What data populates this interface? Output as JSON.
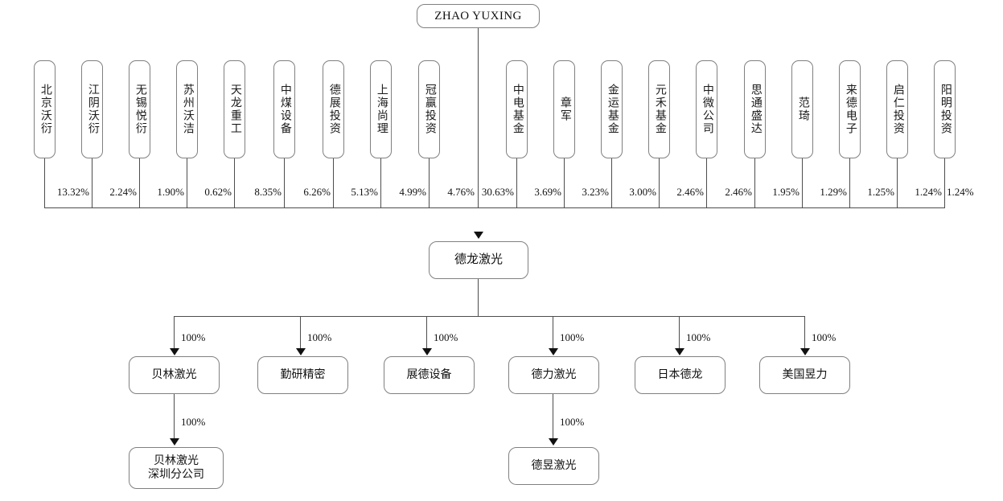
{
  "diagram": {
    "type": "org-ownership-chart",
    "root": {
      "label": "ZHAO YUXING"
    },
    "company": {
      "label": "德龙激光"
    },
    "shareholders": [
      {
        "label": "北京沃衍",
        "pct": "13.32%"
      },
      {
        "label": "江阴沃衍",
        "pct": "2.24%"
      },
      {
        "label": "无锡悦衍",
        "pct": "1.90%"
      },
      {
        "label": "苏州沃洁",
        "pct": "0.62%"
      },
      {
        "label": "天龙重工",
        "pct": "8.35%"
      },
      {
        "label": "中煤设备",
        "pct": "6.26%"
      },
      {
        "label": "德展投资",
        "pct": "5.13%"
      },
      {
        "label": "上海尚理",
        "pct": "4.99%"
      },
      {
        "label": "冠赢投资",
        "pct": "4.76%"
      },
      {
        "label": "中电基金",
        "pct": "30.63%"
      },
      {
        "label": "章军",
        "pct": "3.69%"
      },
      {
        "label": "金运基金",
        "pct": "3.23%"
      },
      {
        "label": "元禾基金",
        "pct": "3.00%"
      },
      {
        "label": "中微公司",
        "pct": "2.46%"
      },
      {
        "label": "思通盛达",
        "pct": "2.46%"
      },
      {
        "label": "范琦",
        "pct": "1.95%"
      },
      {
        "label": "来德电子",
        "pct": "1.29%"
      },
      {
        "label": "启仁投资",
        "pct": "1.25%"
      },
      {
        "label": "阳明投资",
        "pct": "1.24%"
      },
      {
        "label": "",
        "pct": "1.24%"
      }
    ],
    "subsidiaries": [
      {
        "label": "贝林激光",
        "pct": "100%"
      },
      {
        "label": "勤研精密",
        "pct": "100%"
      },
      {
        "label": "展德设备",
        "pct": "100%"
      },
      {
        "label": "德力激光",
        "pct": "100%"
      },
      {
        "label": "日本德龙",
        "pct": "100%"
      },
      {
        "label": "美国昱力",
        "pct": "100%"
      }
    ],
    "leaves": [
      {
        "label_line1": "贝林激光",
        "label_line2": "深圳分公司",
        "pct": "100%"
      },
      {
        "label_line1": "德昱激光",
        "label_line2": "",
        "pct": "100%"
      }
    ],
    "colors": {
      "box_border": "#808080",
      "line": "#4d4d4d",
      "arrow": "#111111",
      "background": "#ffffff",
      "text": "#111111"
    }
  }
}
